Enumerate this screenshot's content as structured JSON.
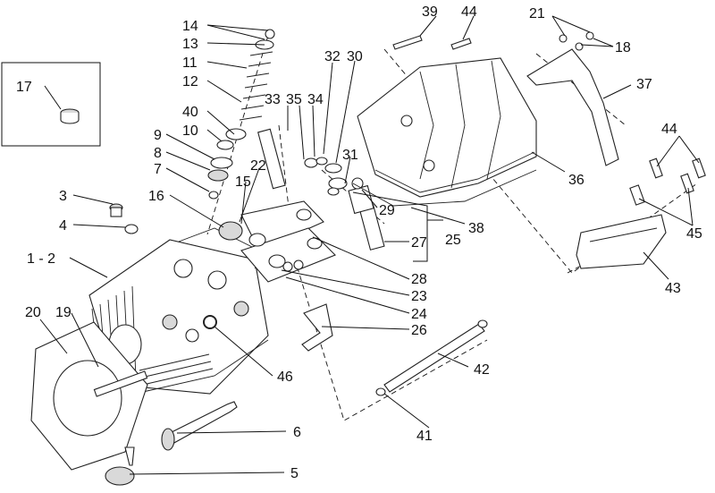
{
  "diagram": {
    "labels": [
      {
        "id": "p14",
        "text": "14"
      },
      {
        "id": "p13",
        "text": "13"
      },
      {
        "id": "p11",
        "text": "11"
      },
      {
        "id": "p12",
        "text": "12"
      },
      {
        "id": "p40",
        "text": "40"
      },
      {
        "id": "p10",
        "text": "10"
      },
      {
        "id": "p9",
        "text": "9"
      },
      {
        "id": "p8",
        "text": "8"
      },
      {
        "id": "p7",
        "text": "7"
      },
      {
        "id": "p3",
        "text": "3"
      },
      {
        "id": "p4",
        "text": "4"
      },
      {
        "id": "p16",
        "text": "16"
      },
      {
        "id": "p22",
        "text": "22"
      },
      {
        "id": "p15",
        "text": "15"
      },
      {
        "id": "p1-2",
        "text": "1 - 2"
      },
      {
        "id": "p20",
        "text": "20"
      },
      {
        "id": "p19",
        "text": "19"
      },
      {
        "id": "p17",
        "text": "17"
      },
      {
        "id": "p33",
        "text": "33"
      },
      {
        "id": "p35",
        "text": "35"
      },
      {
        "id": "p34",
        "text": "34"
      },
      {
        "id": "p32",
        "text": "32"
      },
      {
        "id": "p30",
        "text": "30"
      },
      {
        "id": "p31",
        "text": "31"
      },
      {
        "id": "p29",
        "text": "29"
      },
      {
        "id": "p27",
        "text": "27"
      },
      {
        "id": "p25",
        "text": "25"
      },
      {
        "id": "p38",
        "text": "38"
      },
      {
        "id": "p28",
        "text": "28"
      },
      {
        "id": "p23",
        "text": "23"
      },
      {
        "id": "p24",
        "text": "24"
      },
      {
        "id": "p26",
        "text": "26"
      },
      {
        "id": "p46",
        "text": "46"
      },
      {
        "id": "p6",
        "text": "6"
      },
      {
        "id": "p5",
        "text": "5"
      },
      {
        "id": "p39",
        "text": "39"
      },
      {
        "id": "p44a",
        "text": "44"
      },
      {
        "id": "p21",
        "text": "21"
      },
      {
        "id": "p18",
        "text": "18"
      },
      {
        "id": "p37",
        "text": "37"
      },
      {
        "id": "p36",
        "text": "36"
      },
      {
        "id": "p44b",
        "text": "44"
      },
      {
        "id": "p45",
        "text": "45"
      },
      {
        "id": "p43",
        "text": "43"
      },
      {
        "id": "p42",
        "text": "42"
      },
      {
        "id": "p41",
        "text": "41"
      }
    ]
  }
}
